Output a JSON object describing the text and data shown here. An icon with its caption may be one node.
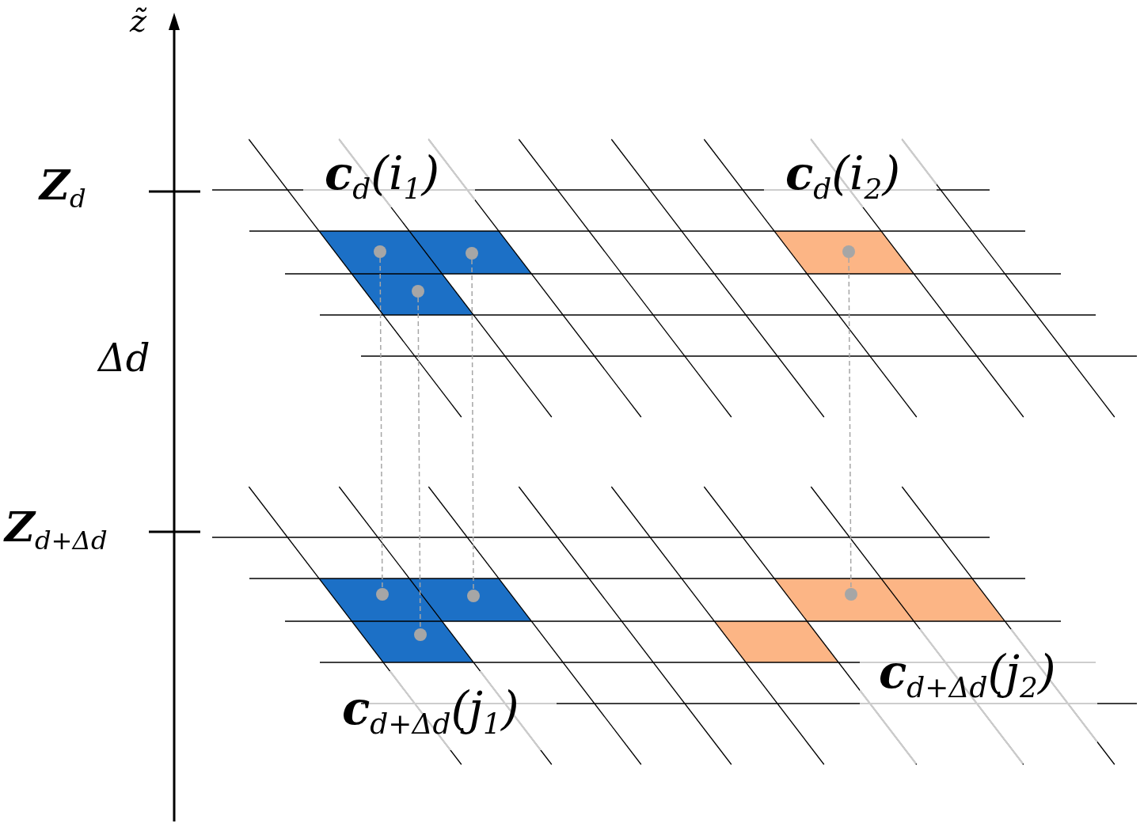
{
  "diagram": {
    "nodes": [
      {
        "text": [],
        "shape": "circle"
      },
      {
        "text": [],
        "shape": "circle"
      },
      {
        "text": [],
        "shape": "circle"
      },
      {
        "text": [],
        "shape": "circle"
      },
      {
        "text": [],
        "shape": "circle"
      },
      {
        "text": [],
        "shape": "circle"
      },
      {
        "text": [],
        "shape": "circle"
      },
      {
        "text": [],
        "shape": "circle"
      }
    ],
    "edges": [
      {
        "from": 0,
        "to": 4,
        "arrow": "none",
        "style": "dashed"
      },
      {
        "from": 3,
        "to": 7,
        "arrow": "none",
        "style": "dashed"
      },
      {
        "from": 1,
        "to": 5,
        "arrow": "none",
        "style": "dashed"
      },
      {
        "from": 2,
        "to": 6,
        "arrow": "none",
        "style": "dashed"
      }
    ],
    "labels": [
      "z̃",
      "**Z**$_{d}$",
      "**c**$_{d}$(i$_{1}$)",
      "**c**$_{d}$(i$_{2}$)",
      "Δd",
      "**Z**$_{d+Δd}$",
      "**c**$_{d+Δd}$(j$_{2}$)",
      "**c**$_{d+Δd}$(j$_{1}$)"
    ]
  }
}
